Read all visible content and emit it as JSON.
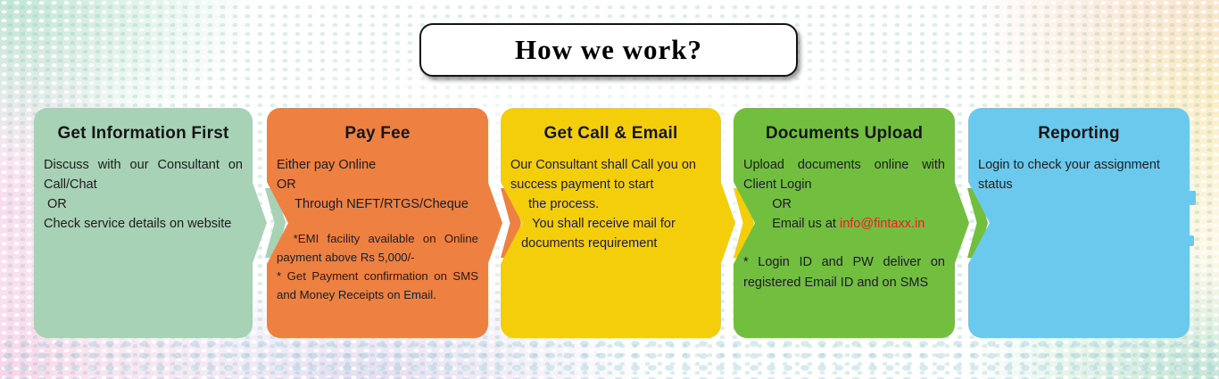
{
  "header": {
    "title": "How we work?"
  },
  "colors": {
    "step1": "#a8d2b6",
    "step2": "#ee8142",
    "step3": "#f5ce0b",
    "step4": "#72bf3f",
    "step5": "#6cc9ee",
    "email_red": "#ee1c23",
    "title_border": "#141414"
  },
  "boxes": [
    {
      "title": "Get Information First",
      "body": "Discuss with our Consultant on Call/Chat\n OR\nCheck service details on website"
    },
    {
      "title": "Pay Fee",
      "body": "Either pay Online\nOR\n     Through NEFT/RTGS/Cheque",
      "footnote": "  *EMI facility available on Online payment above Rs 5,000/-\n* Get Payment confirmation on SMS and Money Receipts on Email."
    },
    {
      "title": "Get Call & Email",
      "body": "Our Consultant shall Call you on\nsuccess payment to start\n     the process.\n      You shall receive mail for\n   documents requirement"
    },
    {
      "title": "Documents Upload",
      "body": "Upload documents online with Client Login\n        OR",
      "email_prefix": "        Email us at ",
      "email": "info@fintaxx.in",
      "footnote": "* Login ID and PW deliver on registered Email ID and on SMS"
    },
    {
      "title": "Reporting",
      "body": "Login to check your assignment status"
    }
  ]
}
